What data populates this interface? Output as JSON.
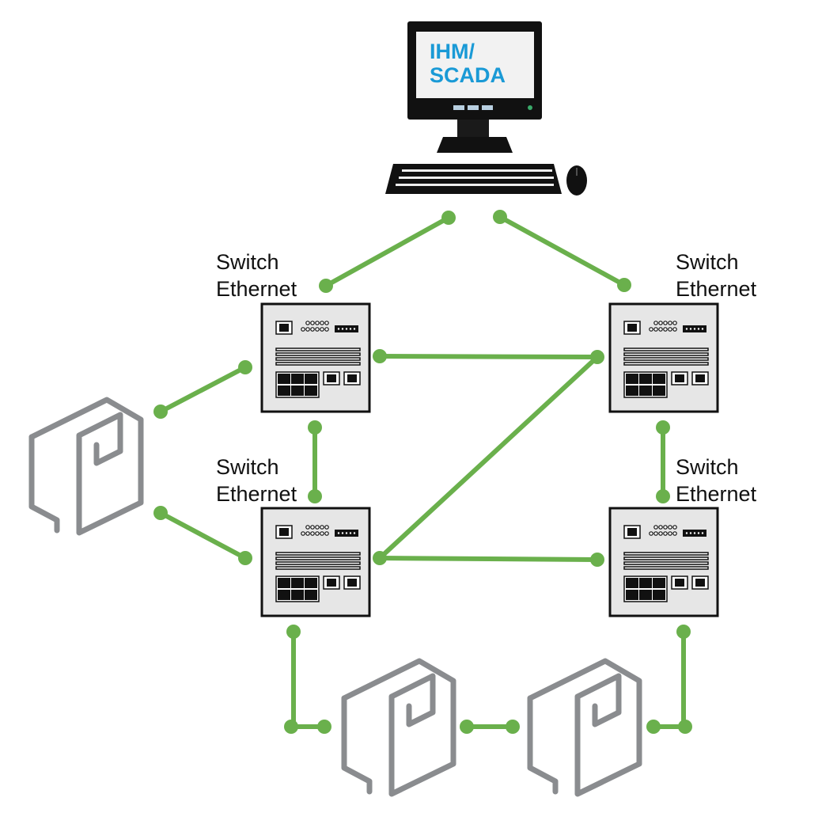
{
  "diagram": {
    "title": "",
    "workstation": {
      "label_line1": "IHM/",
      "label_line2": "SCADA",
      "text_color": "#1a9ad6"
    },
    "switches": [
      {
        "id": "sw-top-left",
        "label_line1": "Switch",
        "label_line2": "Ethernet"
      },
      {
        "id": "sw-top-right",
        "label_line1": "Switch",
        "label_line2": "Ethernet"
      },
      {
        "id": "sw-bottom-left",
        "label_line1": "Switch",
        "label_line2": "Ethernet"
      },
      {
        "id": "sw-bottom-right",
        "label_line1": "Switch",
        "label_line2": "Ethernet"
      }
    ],
    "devices": [
      {
        "id": "device-left",
        "icon": "device-logo-icon"
      },
      {
        "id": "device-bottom-1",
        "icon": "device-logo-icon"
      },
      {
        "id": "device-bottom-2",
        "icon": "device-logo-icon"
      }
    ],
    "links": [
      {
        "from": "workstation",
        "to": "sw-top-left"
      },
      {
        "from": "workstation",
        "to": "sw-top-right"
      },
      {
        "from": "sw-top-left",
        "to": "sw-top-right"
      },
      {
        "from": "sw-top-right",
        "to": "sw-bottom-left"
      },
      {
        "from": "sw-bottom-left",
        "to": "sw-bottom-right"
      },
      {
        "from": "sw-top-left",
        "to": "sw-bottom-left"
      },
      {
        "from": "sw-top-right",
        "to": "sw-bottom-right"
      },
      {
        "from": "device-left",
        "to": "sw-top-left"
      },
      {
        "from": "device-left",
        "to": "sw-bottom-left"
      },
      {
        "from": "sw-bottom-left",
        "to": "device-bottom-1"
      },
      {
        "from": "device-bottom-1",
        "to": "device-bottom-2"
      },
      {
        "from": "device-bottom-2",
        "to": "sw-bottom-right"
      }
    ],
    "colors": {
      "link": "#6ab04c",
      "device": "#8a8c8f",
      "switch_fill": "#e6e6e6",
      "switch_border": "#111111"
    }
  }
}
